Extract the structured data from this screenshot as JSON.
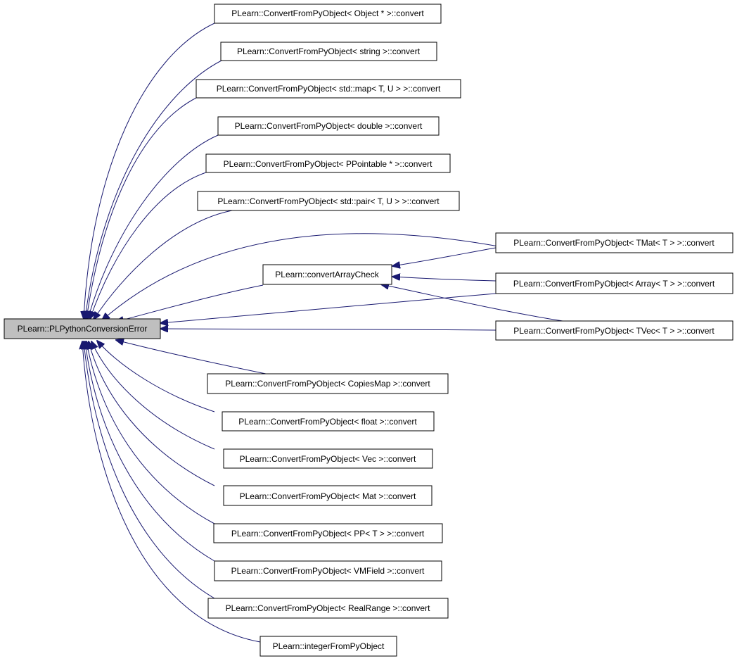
{
  "diagram": {
    "root": {
      "id": "root",
      "label": "PLearn::PLPythonConversionError"
    },
    "nodes": [
      {
        "id": "n1",
        "label": "PLearn::ConvertFromPyObject< Object * >::convert"
      },
      {
        "id": "n2",
        "label": "PLearn::ConvertFromPyObject< string >::convert"
      },
      {
        "id": "n3",
        "label": "PLearn::ConvertFromPyObject< std::map< T, U > >::convert"
      },
      {
        "id": "n4",
        "label": "PLearn::ConvertFromPyObject< double >::convert"
      },
      {
        "id": "n5",
        "label": "PLearn::ConvertFromPyObject< PPointable * >::convert"
      },
      {
        "id": "n6",
        "label": "PLearn::ConvertFromPyObject< std::pair< T, U > >::convert"
      },
      {
        "id": "n7",
        "label": "PLearn::ConvertFromPyObject< TMat< T > >::convert"
      },
      {
        "id": "n8",
        "label": "PLearn::convertArrayCheck"
      },
      {
        "id": "n9",
        "label": "PLearn::ConvertFromPyObject< Array< T > >::convert"
      },
      {
        "id": "n10",
        "label": "PLearn::ConvertFromPyObject< TVec< T > >::convert"
      },
      {
        "id": "n11",
        "label": "PLearn::ConvertFromPyObject< CopiesMap >::convert"
      },
      {
        "id": "n12",
        "label": "PLearn::ConvertFromPyObject< float >::convert"
      },
      {
        "id": "n13",
        "label": "PLearn::ConvertFromPyObject< Vec >::convert"
      },
      {
        "id": "n14",
        "label": "PLearn::ConvertFromPyObject< Mat >::convert"
      },
      {
        "id": "n15",
        "label": "PLearn::ConvertFromPyObject< PP< T > >::convert"
      },
      {
        "id": "n16",
        "label": "PLearn::ConvertFromPyObject< VMField >::convert"
      },
      {
        "id": "n17",
        "label": "PLearn::ConvertFromPyObject< RealRange >::convert"
      },
      {
        "id": "n18",
        "label": "PLearn::integerFromPyObject"
      }
    ],
    "edges": [
      {
        "from": "n1",
        "to": "root"
      },
      {
        "from": "n2",
        "to": "root"
      },
      {
        "from": "n3",
        "to": "root"
      },
      {
        "from": "n4",
        "to": "root"
      },
      {
        "from": "n5",
        "to": "root"
      },
      {
        "from": "n6",
        "to": "root"
      },
      {
        "from": "n7",
        "to": "root"
      },
      {
        "from": "n8",
        "to": "root"
      },
      {
        "from": "n9",
        "to": "root"
      },
      {
        "from": "n10",
        "to": "root"
      },
      {
        "from": "n11",
        "to": "root"
      },
      {
        "from": "n12",
        "to": "root"
      },
      {
        "from": "n13",
        "to": "root"
      },
      {
        "from": "n14",
        "to": "root"
      },
      {
        "from": "n15",
        "to": "root"
      },
      {
        "from": "n16",
        "to": "root"
      },
      {
        "from": "n17",
        "to": "root"
      },
      {
        "from": "n18",
        "to": "root"
      },
      {
        "from": "n7",
        "to": "n8"
      },
      {
        "from": "n9",
        "to": "n8"
      },
      {
        "from": "n10",
        "to": "n8"
      }
    ],
    "colors": {
      "edge": "#191970",
      "root_fill": "#bfbfbf",
      "node_fill": "#ffffff",
      "node_border": "#000000"
    }
  }
}
